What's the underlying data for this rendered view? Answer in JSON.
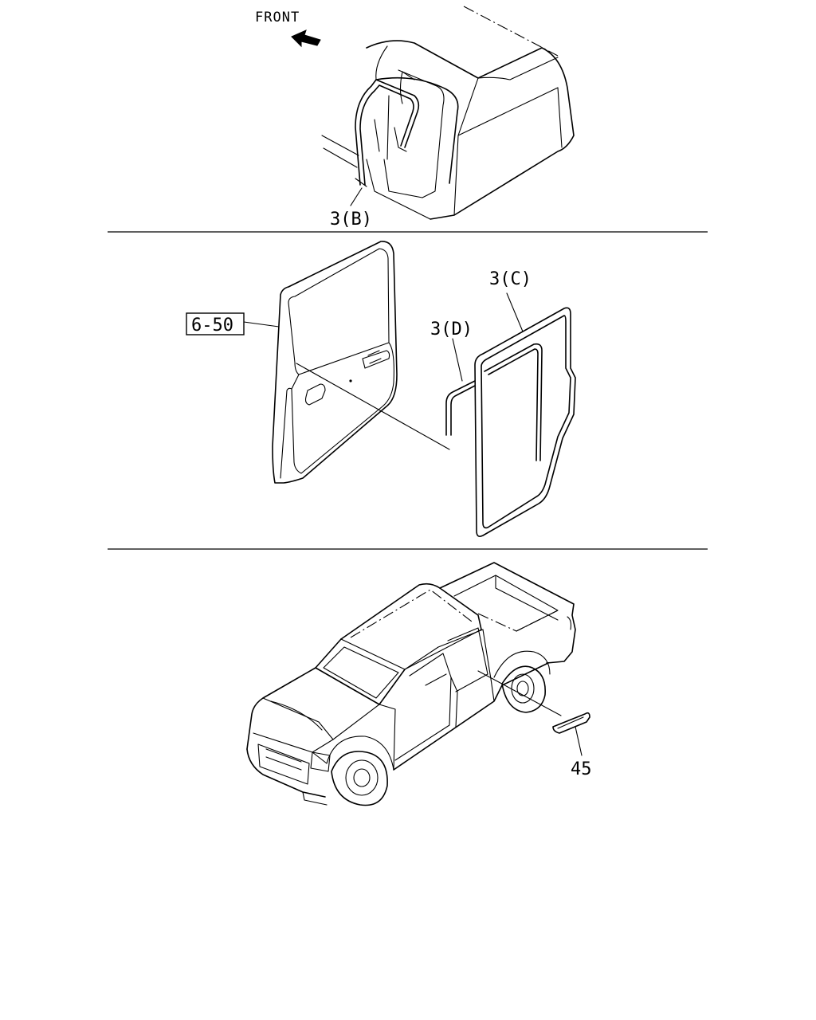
{
  "labels": {
    "front": "FRONT",
    "part_3b": "3(B)",
    "part_3c": "3(C)",
    "part_3d": "3(D)",
    "ref_6_50": "6-50",
    "part_45": "45"
  },
  "colors": {
    "ink": "#000000",
    "background": "#ffffff"
  },
  "icons": [
    "front-arrow-icon"
  ]
}
